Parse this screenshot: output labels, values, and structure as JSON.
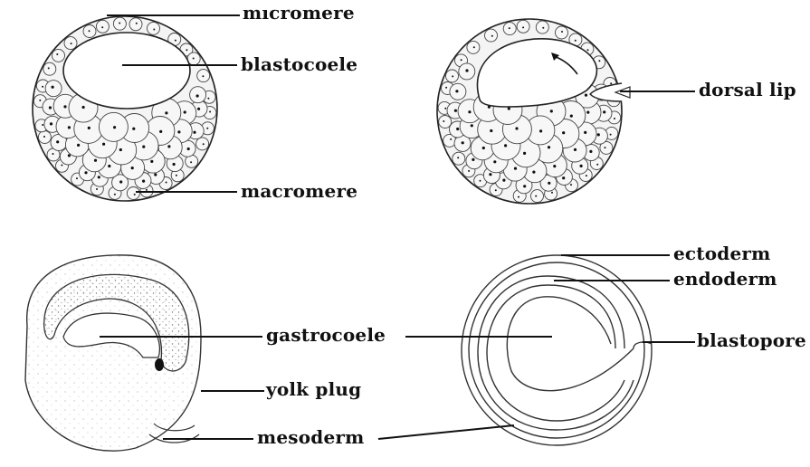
{
  "labels": {
    "micromere": "micromere",
    "blastocoele": "blastocoele",
    "macromere": "macromere",
    "dorsal_lip": "dorsal lip",
    "ectoderm": "ectoderm",
    "endoderm": "endoderm",
    "gastrocoele": "gastrocoele",
    "blastopore": "blastopore",
    "yolk_plug": "yolk plug",
    "mesoderm": "mesoderm"
  },
  "colors": {
    "ink": "#111111",
    "cell_fill": "#f6f6f6",
    "background": "#ffffff"
  }
}
